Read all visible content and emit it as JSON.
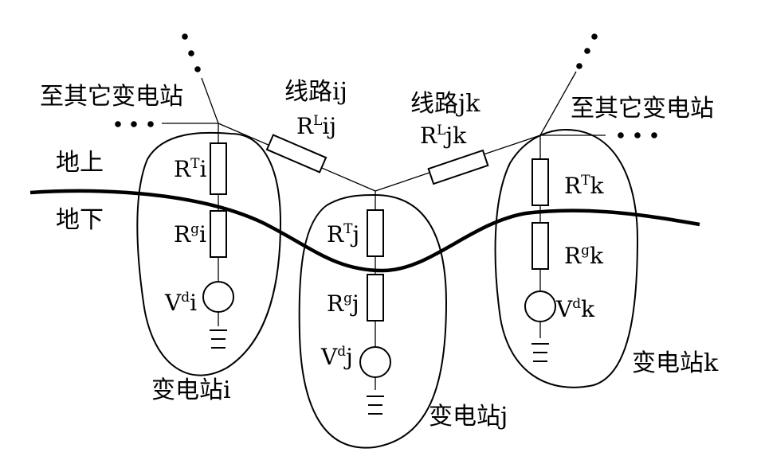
{
  "labels": {
    "to_other_left": "至其它变电站",
    "to_other_right": "至其它变电站",
    "line_ij": "线路ij",
    "line_jk": "线路jk",
    "above_ground": "地上",
    "below_ground": "地下"
  },
  "line_resistances": [
    {
      "base": "R",
      "sup": "L",
      "sub": "ij"
    },
    {
      "base": "R",
      "sup": "L",
      "sub": "jk"
    }
  ],
  "substations": [
    {
      "name": "变电站i",
      "tower_resistance": {
        "base": "R",
        "sup": "T",
        "sub": "i"
      },
      "ground_resistance": {
        "base": "R",
        "sup": "g",
        "sub": "i"
      },
      "source": {
        "base": "V",
        "sup": "d",
        "sub": "i"
      }
    },
    {
      "name": "变电站j",
      "tower_resistance": {
        "base": "R",
        "sup": "T",
        "sub": "j"
      },
      "ground_resistance": {
        "base": "R",
        "sup": "g",
        "sub": "j"
      },
      "source": {
        "base": "V",
        "sup": "d",
        "sub": "j"
      }
    },
    {
      "name": "变电站k",
      "tower_resistance": {
        "base": "R",
        "sup": "T",
        "sub": "k"
      },
      "ground_resistance": {
        "base": "R",
        "sup": "g",
        "sub": "k"
      },
      "source": {
        "base": "V",
        "sup": "d",
        "sub": "k"
      }
    }
  ]
}
